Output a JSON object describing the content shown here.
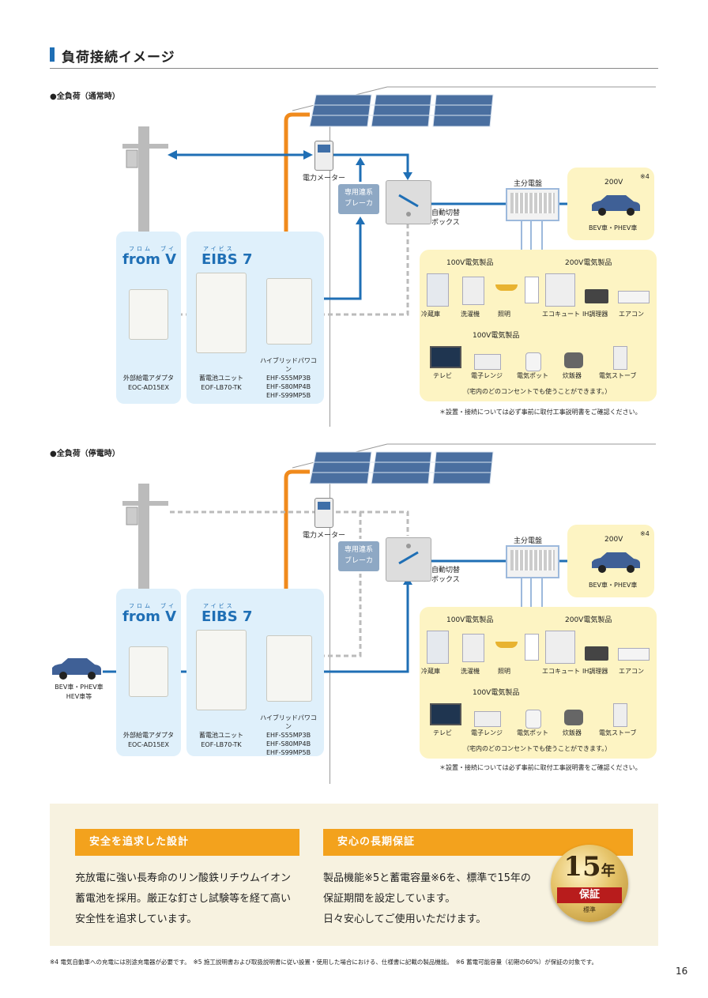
{
  "page_title": "負荷接続イメージ",
  "page_number": "16",
  "sections": [
    {
      "label": "●全負荷（通常時）",
      "meter_label": "電力メーター",
      "breaker_label": [
        "専用連系",
        "ブレーカ"
      ],
      "switch_label": [
        "自動切替",
        "ボックス"
      ],
      "panel_label": "主分電盤",
      "voltage_200": "200V",
      "note_ref": "※4",
      "ev_label": "BEV車・PHEV車",
      "from_v_ruby": "フロム　ブイ",
      "from_v": "from V",
      "eibs_ruby": "アイビス",
      "eibs": "EIBS 7",
      "adapter_label": [
        "外部給電アダプタ",
        "EOC-AD15EX"
      ],
      "battery_label": [
        "蓄電池ユニット",
        "EOF-LB70-TK"
      ],
      "pcs_label": [
        "ハイブリッドパワコン",
        "EHF-S55MP3B",
        "EHF-S80MP4B",
        "EHF-S99MP5B"
      ],
      "group_100": "100V電気製品",
      "group_200": "200V電気製品",
      "group_100b": "100V電気製品",
      "appliances_top": [
        "冷蔵庫",
        "洗濯機",
        "照明",
        "エコキュート",
        "IH調理器",
        "エアコン"
      ],
      "appliances_bottom": [
        "テレビ",
        "電子レンジ",
        "電気ポット",
        "炊飯器",
        "電気ストーブ"
      ],
      "outlet_note": "（宅内のどのコンセントでも使うことができます。）",
      "install_note": "＊設置・接続については必ず事前に取付工事説明書をご確認ください。"
    },
    {
      "label": "●全負荷（停電時）",
      "meter_label": "電力メーター",
      "breaker_label": [
        "専用連系",
        "ブレーカ"
      ],
      "switch_label": [
        "自動切替",
        "ボックス"
      ],
      "panel_label": "主分電盤",
      "voltage_200": "200V",
      "note_ref": "※4",
      "ev_label": "BEV車・PHEV車",
      "ext_car_label": [
        "BEV車・PHEV車",
        "HEV車等"
      ],
      "from_v_ruby": "フロム　ブイ",
      "from_v": "from V",
      "eibs_ruby": "アイビス",
      "eibs": "EIBS 7",
      "adapter_label": [
        "外部給電アダプタ",
        "EOC-AD15EX"
      ],
      "battery_label": [
        "蓄電池ユニット",
        "EOF-LB70-TK"
      ],
      "pcs_label": [
        "ハイブリッドパワコン",
        "EHF-S55MP3B",
        "EHF-S80MP4B",
        "EHF-S99MP5B"
      ],
      "group_100": "100V電気製品",
      "group_200": "200V電気製品",
      "group_100b": "100V電気製品",
      "appliances_top": [
        "冷蔵庫",
        "洗濯機",
        "照明",
        "エコキュート",
        "IH調理器",
        "エアコン"
      ],
      "appliances_bottom": [
        "テレビ",
        "電子レンジ",
        "電気ポット",
        "炊飯器",
        "電気ストーブ"
      ],
      "outlet_note": "（宅内のどのコンセントでも使うことができます。）",
      "install_note": "＊設置・接続については必ず事前に取付工事説明書をご確認ください。"
    }
  ],
  "features": [
    {
      "heading": "安全を追求した設計",
      "lines": [
        "充放電に強い長寿命のリン酸鉄リチウムイオン",
        "蓄電池を採用。厳正な釘さし試験等を経て高い",
        "安全性を追求しています。"
      ]
    },
    {
      "heading": "安心の長期保証",
      "lines": [
        "製品機能※5と蓄電容量※6を、標準で15年の",
        "保証期間を設定しています。",
        "日々安心してご使用いただけます。"
      ]
    }
  ],
  "badge": {
    "number": "15",
    "unit": "年",
    "word": "保証",
    "sub": "標準"
  },
  "footnote": "※4 電気自動車への充電には別途充電器が必要です。　※5 施工説明書および取扱説明書に従い設置・使用した場合における、仕様書に記載の製品機能。　※6 蓄電可能容量（初期の60%）が保証の対象です。",
  "colors": {
    "accent_blue": "#1f6fb5",
    "orange": "#f3a21d",
    "panel_blue": "#dff0fb",
    "panel_yellow": "#fdf4c3"
  }
}
